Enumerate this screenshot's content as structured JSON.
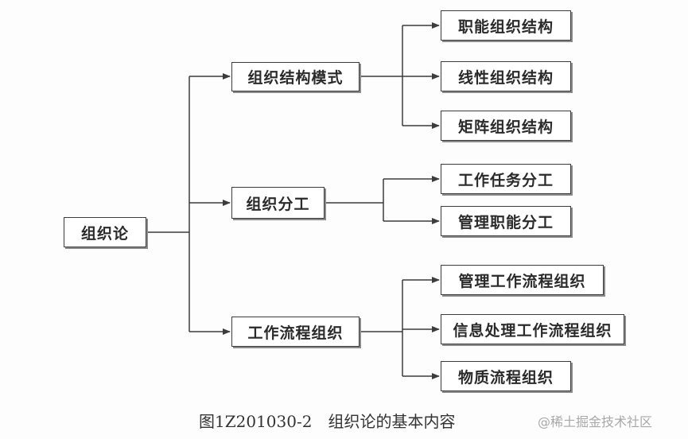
{
  "diagram": {
    "root": {
      "label": "组织论"
    },
    "branches": [
      {
        "label": "组织结构模式",
        "children": [
          "职能组织结构",
          "线性组织结构",
          "矩阵组织结构"
        ]
      },
      {
        "label": "组织分工",
        "children": [
          "工作任务分工",
          "管理职能分工"
        ]
      },
      {
        "label": "工作流程组织",
        "children": [
          "管理工作流程组织",
          "信息处理工作流程组织",
          "物质流程组织"
        ]
      }
    ]
  },
  "caption": "图1Z201030-2　组织论的基本内容",
  "watermark": "@稀土掘金技术社区",
  "colors": {
    "line": "#3c3c3c",
    "box_border": "#3c3c3c",
    "text": "#2a2a2a"
  }
}
